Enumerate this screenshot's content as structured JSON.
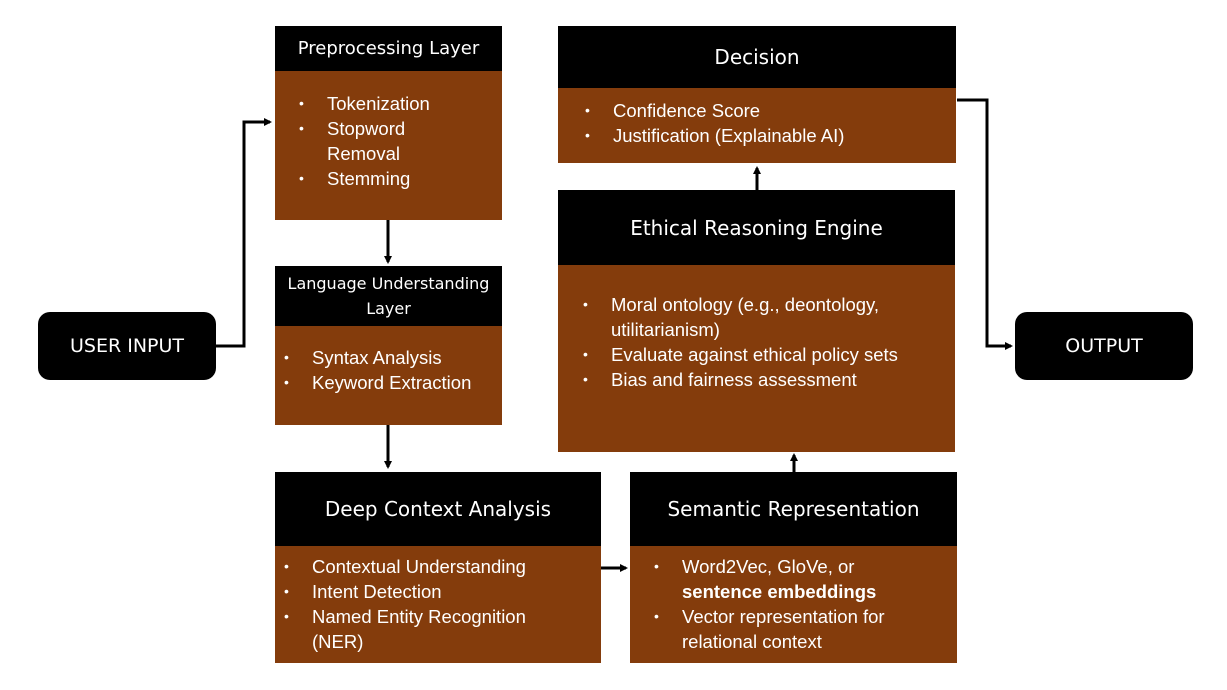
{
  "user_input": "USER INPUT",
  "output": "OUTPUT",
  "preprocessing": {
    "title": "Preprocessing Layer",
    "items": [
      "Tokenization",
      "Stopword Removal",
      "Stemming"
    ]
  },
  "language": {
    "title": "Language Understanding Layer",
    "items": [
      "Syntax Analysis",
      "Keyword Extraction"
    ]
  },
  "deep_context": {
    "title": "Deep Context Analysis",
    "items": [
      "Contextual Understanding",
      "Intent Detection",
      "Named Entity Recognition (NER)"
    ]
  },
  "semantic": {
    "title": "Semantic Representation",
    "item1_plain": "Word2Vec, GloVe, or",
    "item1_bold": "sentence embeddings",
    "item2": "Vector representation for relational context"
  },
  "ethical": {
    "title": "Ethical Reasoning Engine",
    "items": [
      "Moral ontology (e.g., deontology, utilitarianism)",
      "Evaluate against ethical policy sets",
      "Bias and fairness assessment"
    ]
  },
  "decision": {
    "title": "Decision",
    "items": [
      "Confidence Score",
      "Justification (Explainable AI)"
    ]
  }
}
